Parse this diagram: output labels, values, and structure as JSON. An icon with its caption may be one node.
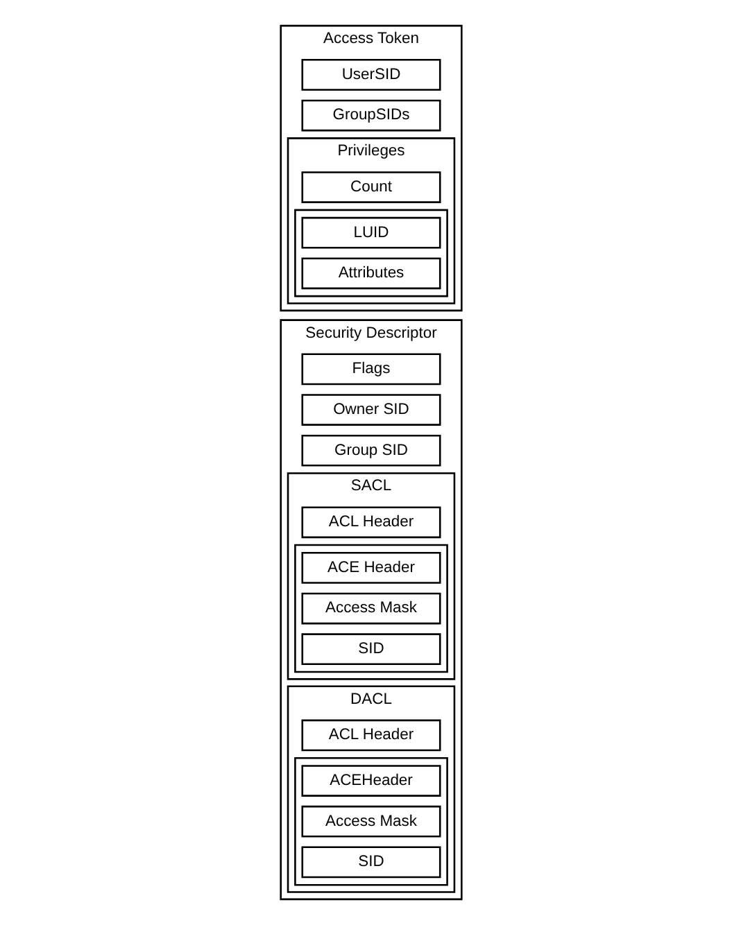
{
  "diagram": {
    "nodes": [
      {
        "text": [
          "Access Token"
        ]
      },
      {
        "text": [
          "UserSID"
        ],
        "in": 0
      },
      {
        "text": [
          "GroupSIDs"
        ],
        "in": 0
      },
      {
        "text": [
          "Privileges"
        ],
        "in": 0
      },
      {
        "text": [
          "Count"
        ],
        "in": 3
      },
      {
        "text": [],
        "shape": "box",
        "in": 3
      },
      {
        "text": [
          "LUID"
        ],
        "in": 5
      },
      {
        "text": [
          "Attributes"
        ],
        "in": 5
      },
      {
        "text": [
          "Security Descriptor"
        ]
      },
      {
        "text": [
          "Flags"
        ],
        "in": 8
      },
      {
        "text": [
          "Owner SID"
        ],
        "in": 8
      },
      {
        "text": [
          "Group SID"
        ],
        "in": 8
      },
      {
        "text": [
          "SACL"
        ],
        "in": 8
      },
      {
        "text": [
          "ACL Header"
        ],
        "in": 12
      },
      {
        "text": [],
        "shape": "box",
        "in": 12
      },
      {
        "text": [
          "ACE Header"
        ],
        "in": 14
      },
      {
        "text": [
          "Access Mask"
        ],
        "in": 14
      },
      {
        "text": [
          "SID"
        ],
        "in": 14
      },
      {
        "text": [
          "DACL"
        ],
        "in": 8
      },
      {
        "text": [
          "ACL Header"
        ],
        "in": 18
      },
      {
        "text": [],
        "shape": "box",
        "in": 18
      },
      {
        "text": [
          "ACEHeader"
        ],
        "in": 20
      },
      {
        "text": [
          "Access Mask"
        ],
        "in": 20
      },
      {
        "text": [
          "SID"
        ],
        "in": 20
      }
    ]
  }
}
